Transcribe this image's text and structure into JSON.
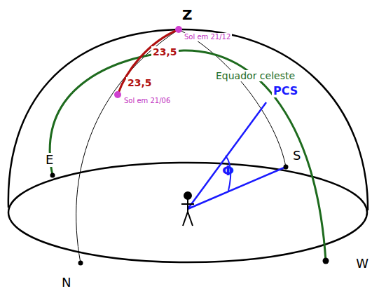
{
  "diagram": {
    "labels": [
      "Z",
      "Sol em 21/12",
      "23,5",
      "23,5",
      "Sol em 21/06",
      "Equador celeste",
      "PCS",
      "E",
      "S",
      "Φ",
      "N",
      "W"
    ]
  }
}
